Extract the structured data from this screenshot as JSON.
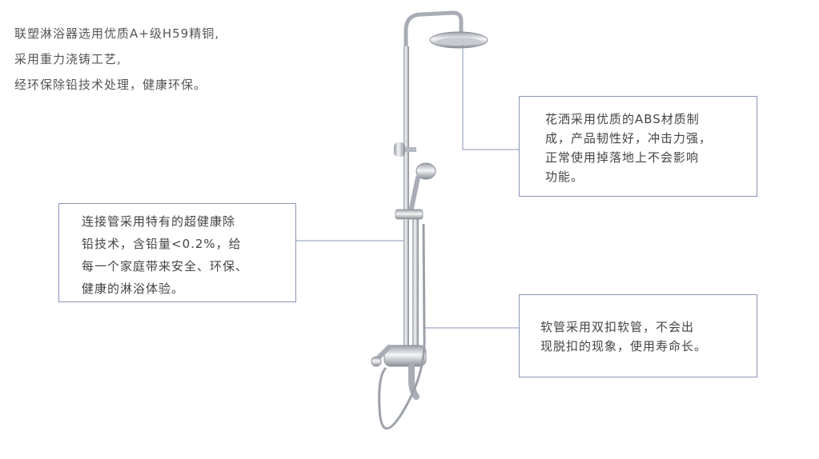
{
  "intro": {
    "lines": [
      "联塑淋浴器选用优质A+级H59精铜,",
      "采用重力浇铸工艺,",
      "经环保除铅技术处理，健康环保。"
    ]
  },
  "callouts": {
    "showerhead": {
      "lines": [
        "花洒采用优质的ABS材质制",
        "成，产品韧性好，冲击力强，",
        "正常使用掉落地上不会影响",
        "功能。"
      ]
    },
    "pipe": {
      "lines": [
        "连接管采用特有的超健康除",
        "铅技术，含铅量<0.2%，给",
        "每一个家庭带来安全、环保、",
        "健康的淋浴体验。"
      ]
    },
    "hose": {
      "lines": [
        "软管采用双扣软管，不会出",
        "现脱扣的现象，使用寿命长。"
      ]
    }
  },
  "colors": {
    "border": "#8a94b8",
    "text": "#444444",
    "chrome": "#b8bcc4"
  }
}
